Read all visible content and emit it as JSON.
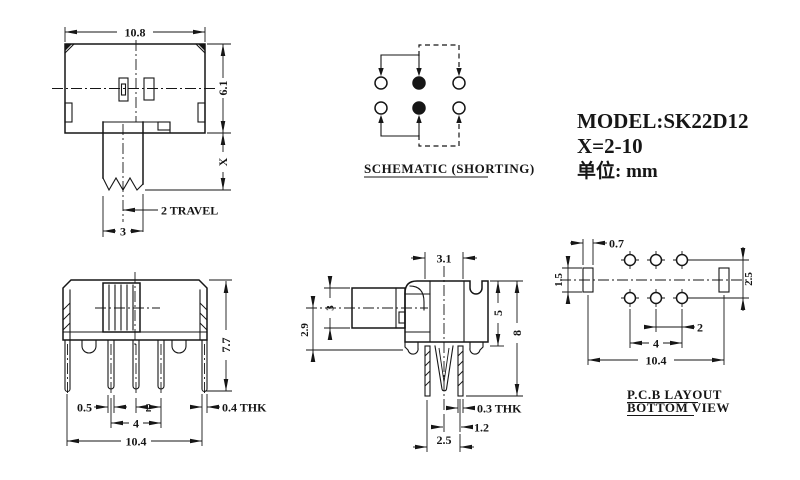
{
  "title_block": {
    "model": "MODEL:SK22D12",
    "x_range": "X=2-10",
    "unit": "单位: mm"
  },
  "front_view": {
    "dims": {
      "body_width": "10.8",
      "body_height": "6.1",
      "shaft_height": "X",
      "travel": "2 TRAVEL",
      "shaft_width": "3"
    }
  },
  "schematic": {
    "caption": "SCHEMATIC (SHORTING)"
  },
  "elevation_view": {
    "dims": {
      "total_height": "7.7",
      "pin_width": "0.5",
      "pin_pitch": "2",
      "pin_span": "4",
      "body_width": "10.4",
      "tab_thickness": "0.4 THK"
    }
  },
  "side_view": {
    "dims": {
      "top_width": "3.1",
      "lever_height": "3",
      "lever_center": "2.9",
      "body_height": "5",
      "total_height": "8",
      "pin_thickness": "0.3 THK",
      "pin_offset": "1.2",
      "pin_span": "2.5"
    }
  },
  "pcb_layout": {
    "caption_line1": "P.C.B LAYOUT",
    "caption_line2": "BOTTOM VIEW",
    "dims": {
      "slot_width": "0.7",
      "slot_height": "1.5",
      "row_pitch": "2.5",
      "hole_pitch": "2",
      "hole_span": "4",
      "total_width": "10.4"
    }
  }
}
